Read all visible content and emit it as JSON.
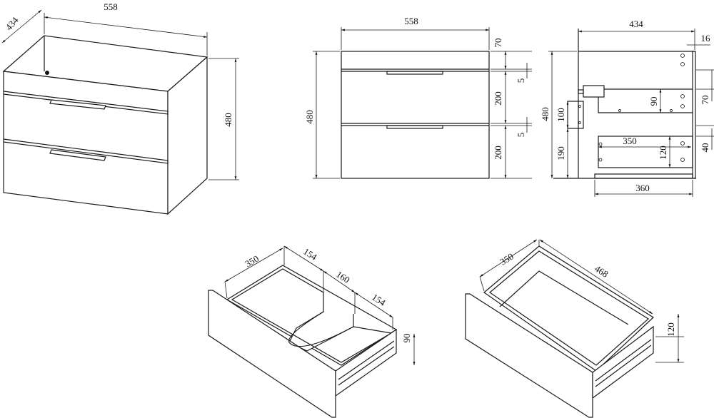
{
  "colors": {
    "line": "#1a1a1a",
    "background": "#ffffff"
  },
  "isometric_view": {
    "width": "558",
    "depth": "434",
    "height": "480"
  },
  "front_view": {
    "width": "558",
    "height": "480",
    "top_gap": "70",
    "drawer_upper": "200",
    "drawer_lower": "200",
    "gap_upper": "5",
    "gap_lower": "5"
  },
  "side_view": {
    "depth": "434",
    "back_panel": "16",
    "height": "480",
    "hanger": "100",
    "hanger_offset": "190",
    "rail_upper_height": "90",
    "rail_upper_offset": "70",
    "rail_lower_width": "350",
    "rail_lower_height": "120",
    "rail_lower_offset": "40",
    "runner_length": "360"
  },
  "drawer_cutout": {
    "depth": "350",
    "side_left": "154",
    "cutout": "160",
    "side_right": "154",
    "height": "90"
  },
  "drawer_full": {
    "depth": "350",
    "length": "468",
    "height": "120"
  }
}
